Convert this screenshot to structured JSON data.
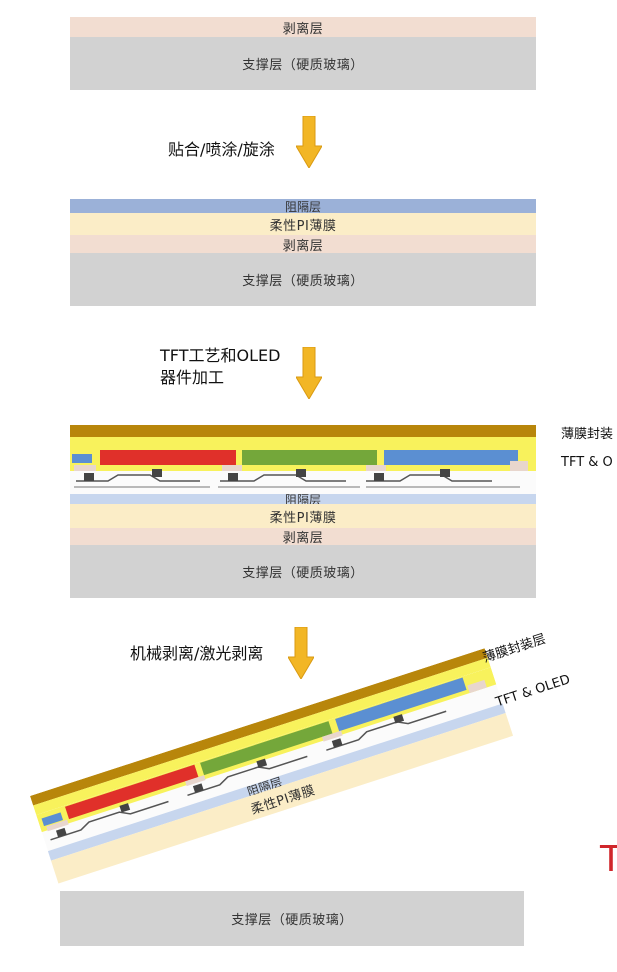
{
  "layers": {
    "release": "剥离层",
    "glass": "支撑层（硬质玻璃）",
    "barrier": "阻隔层",
    "pi": "柔性PI薄膜"
  },
  "steps": {
    "step1": "贴合/喷涂/旋涂",
    "step2_line1": "TFT工艺和OLED",
    "step2_line2": "器件加工",
    "step3": "机械剥离/激光剥离"
  },
  "labels": {
    "encap": "薄膜封装",
    "tft_oled_cut": "TFT & O",
    "encap_full": "薄膜封装层",
    "tft_oled": "TFT & OLED",
    "edge_mark": "T"
  },
  "colors": {
    "arrow": "#f2b625",
    "encap_gold": "#b8860b",
    "yellow": "#f8f25c",
    "red": "#e0302a",
    "green": "#74a73a",
    "blue": "#5b8fd2"
  }
}
